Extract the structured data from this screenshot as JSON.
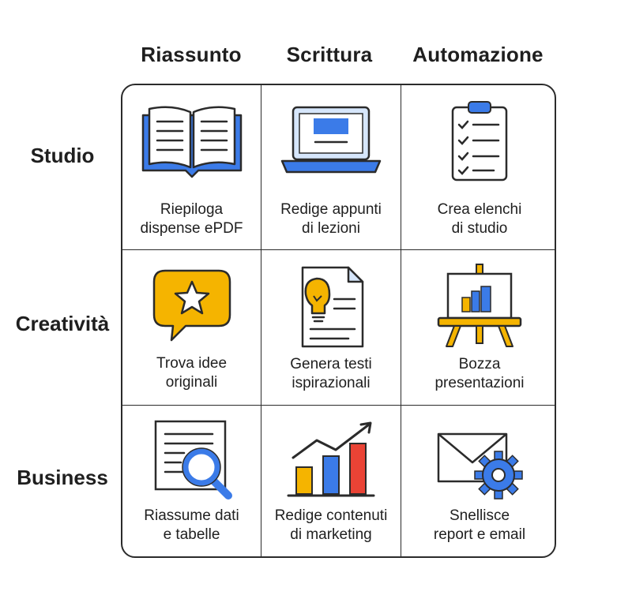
{
  "columns": [
    "Riassunto",
    "Scrittura",
    "Automazione"
  ],
  "rows": [
    "Studio",
    "Creatività",
    "Business"
  ],
  "colors": {
    "blue": "#3b7be8",
    "yellow": "#f5b400",
    "red": "#ea4335",
    "outline": "#2b2b2b",
    "lightblue": "#d6e6fb"
  },
  "cells": [
    {
      "icon": "open-book-icon",
      "lines": [
        "Riepiloga",
        "dispense ePDF"
      ]
    },
    {
      "icon": "laptop-icon",
      "lines": [
        "Redige appunti",
        "di lezioni"
      ]
    },
    {
      "icon": "checklist-clipboard-icon",
      "lines": [
        "Crea elenchi",
        "di studio"
      ]
    },
    {
      "icon": "star-speech-bubble-icon",
      "lines": [
        "Trova idee",
        "originali"
      ]
    },
    {
      "icon": "lightbulb-document-icon",
      "lines": [
        "Genera testi",
        "ispirazionali"
      ]
    },
    {
      "icon": "presentation-easel-icon",
      "lines": [
        "Bozza",
        "presentazioni"
      ]
    },
    {
      "icon": "document-magnifier-icon",
      "lines": [
        "Riassume dati",
        "e tabelle"
      ]
    },
    {
      "icon": "growth-bar-chart-icon",
      "lines": [
        "Redige contenuti",
        "di marketing"
      ]
    },
    {
      "icon": "envelope-gear-icon",
      "lines": [
        "Snellisce",
        "report e email"
      ]
    }
  ]
}
